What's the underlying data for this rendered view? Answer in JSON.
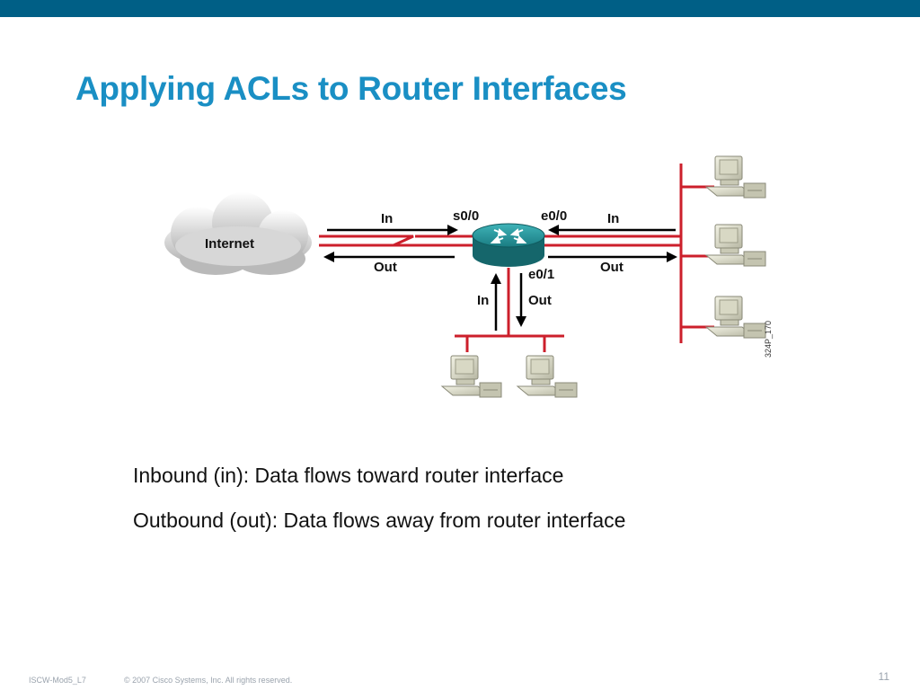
{
  "slide": {
    "title": "Applying ACLs to Router Interfaces",
    "body_lines": [
      "Inbound (in): Data flows toward router interface",
      "Outbound (out): Data flows away from router interface"
    ]
  },
  "diagram": {
    "cloud_label": "Internet",
    "interfaces": {
      "serial": "s0/0",
      "ethernet0": "e0/0",
      "ethernet1": "e0/1"
    },
    "direction_labels": {
      "serial_in": "In",
      "serial_out": "Out",
      "e00_in": "In",
      "e00_out": "Out",
      "e01_in": "In",
      "e01_out": "Out"
    },
    "figure_id": "324P_170",
    "colors": {
      "link": "#cc1f2b",
      "router": "#1f8a8f",
      "arrow": "#000000"
    }
  },
  "footer": {
    "course_id": "ISCW-Mod5_L7",
    "copyright": "© 2007 Cisco Systems, Inc. All rights reserved.",
    "page_number": "11"
  }
}
